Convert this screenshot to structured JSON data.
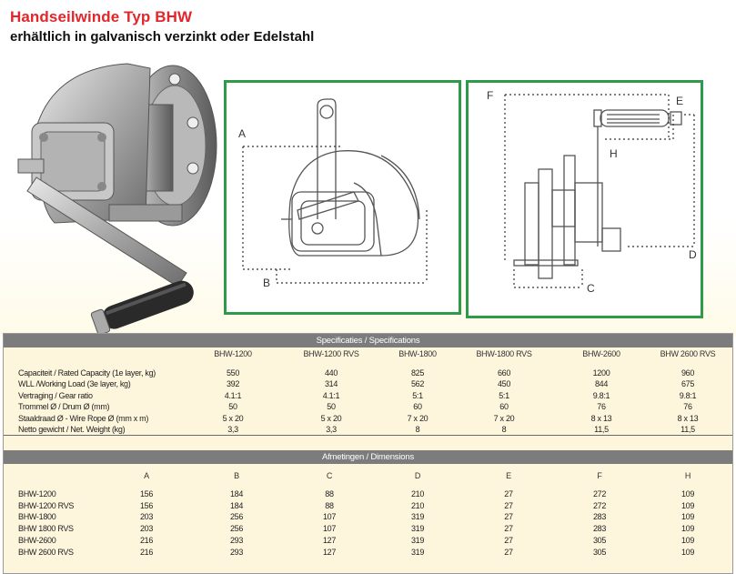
{
  "header": {
    "title": "Handseilwinde Typ BHW",
    "subtitle": "erhältlich in galvanisch verzinkt oder Edelstahl"
  },
  "colors": {
    "title": "#e3262b",
    "box_border": "#2e9a4a",
    "table_bg": "#fdf6dc",
    "section_header_bg": "#7c7c7c"
  },
  "drawings": {
    "front_view": {
      "labels": [
        "A",
        "B"
      ]
    },
    "side_view": {
      "labels": [
        "F",
        "E",
        "H",
        "D",
        "C"
      ]
    }
  },
  "specifications": {
    "section_title": "Specificaties / Specifications",
    "columns": [
      "BHW-1200",
      "BHW-1200 RVS",
      "BHW-1800",
      "BHW-1800 RVS",
      "BHW-2600",
      "BHW 2600 RVS"
    ],
    "rows": [
      {
        "label": "Capaciteit / Rated Capacity (1e layer, kg)",
        "values": [
          "550",
          "440",
          "825",
          "660",
          "1200",
          "960"
        ]
      },
      {
        "label": "WLL /Working Load (3e layer, kg)",
        "values": [
          "392",
          "314",
          "562",
          "450",
          "844",
          "675"
        ]
      },
      {
        "label": "Vertraging / Gear ratio",
        "values": [
          "4.1:1",
          "4.1:1",
          "5:1",
          "5:1",
          "9.8:1",
          "9.8:1"
        ]
      },
      {
        "label": "Trommel Ø / Drum Ø (mm)",
        "values": [
          "50",
          "50",
          "60",
          "60",
          "76",
          "76"
        ]
      },
      {
        "label": "Staaldraad Ø - Wire Rope Ø (mm x m)",
        "values": [
          "5 x 20",
          "5 x 20",
          "7 x 20",
          "7 x 20",
          "8 x 13",
          "8 x 13"
        ]
      },
      {
        "label": "Netto gewicht / Net. Weight (kg)",
        "values": [
          "3,3",
          "3,3",
          "8",
          "8",
          "11,5",
          "11,5"
        ]
      }
    ]
  },
  "dimensions": {
    "section_title": "Afmetingen / Dimensions",
    "columns": [
      "A",
      "B",
      "C",
      "D",
      "E",
      "F",
      "H"
    ],
    "rows": [
      {
        "label": "BHW-1200",
        "values": [
          "156",
          "184",
          "88",
          "210",
          "27",
          "272",
          "109"
        ]
      },
      {
        "label": "BHW-1200 RVS",
        "values": [
          "156",
          "184",
          "88",
          "210",
          "27",
          "272",
          "109"
        ]
      },
      {
        "label": "BHW-1800",
        "values": [
          "203",
          "256",
          "107",
          "319",
          "27",
          "283",
          "109"
        ]
      },
      {
        "label": "BHW 1800 RVS",
        "values": [
          "203",
          "256",
          "107",
          "319",
          "27",
          "283",
          "109"
        ]
      },
      {
        "label": "BHW-2600",
        "values": [
          "216",
          "293",
          "127",
          "319",
          "27",
          "305",
          "109"
        ]
      },
      {
        "label": "BHW 2600 RVS",
        "values": [
          "216",
          "293",
          "127",
          "319",
          "27",
          "305",
          "109"
        ]
      }
    ]
  }
}
